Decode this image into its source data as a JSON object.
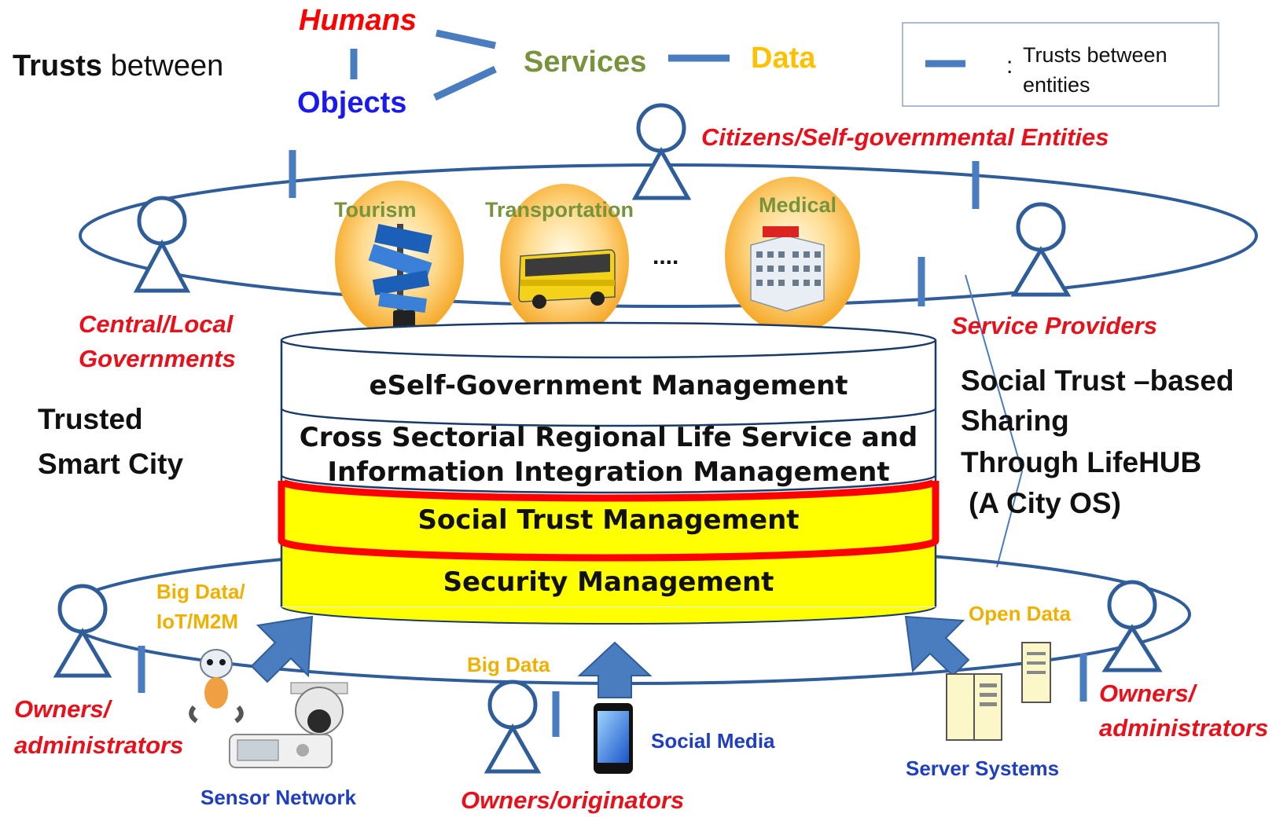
{
  "header": {
    "trusts_bold": "Trusts",
    "trusts_rest": " between",
    "humans": "Humans",
    "objects": "Objects",
    "services": "Services",
    "data": "Data"
  },
  "legend": {
    "colon": ":",
    "line1": "Trusts between",
    "line2": "entities"
  },
  "top_ring": {
    "citizens": "Citizens/Self-governmental Entities",
    "central_line1": "Central/Local",
    "central_line2": "Governments",
    "service_providers": "Service Providers",
    "services": [
      {
        "label": "Tourism",
        "icon": "street-sign-icon"
      },
      {
        "label": "Transportation",
        "icon": "bus-icon"
      },
      {
        "label": "Medical",
        "icon": "hospital-icon"
      }
    ],
    "ellipsis": "...."
  },
  "stack": {
    "layers": [
      {
        "label": "eSelf-Government Management",
        "color": "#ffffff"
      },
      {
        "label_line1": "Cross Sectorial Regional Life Service and",
        "label_line2": "Information Integration Management",
        "color": "#ffffff"
      },
      {
        "label": "Social Trust Management",
        "color": "#ffff00",
        "border": "#ff0000"
      },
      {
        "label": "Security Management",
        "color": "#ffff00"
      }
    ]
  },
  "left_text": {
    "line1": "Trusted",
    "line2": "Smart City"
  },
  "right_text": {
    "line1": "Social Trust –based",
    "line2": "Sharing",
    "line3": "Through LifeHUB",
    "line4": "(A City OS)"
  },
  "bottom_ring": {
    "bigdata_iot_line1": "Big Data/",
    "bigdata_iot_line2": "IoT/M2M",
    "big_data": "Big Data",
    "open_data": "Open Data",
    "owners_left_line1": "Owners/",
    "owners_left_line2": "administrators",
    "owners_right_line1": "Owners/",
    "owners_right_line2": "administrators",
    "owners_originators": "Owners/originators",
    "sensor_network": "Sensor Network",
    "social_media": "Social Media",
    "server_systems": "Server Systems"
  },
  "colors": {
    "trust_line": "#4a7cc0",
    "person_stroke": "#2e5d9a",
    "role_red": "#e8101a",
    "humans_red": "#ff0000",
    "objects_blue": "#1a1aee",
    "services_green": "#77933c",
    "data_orange": "#ffc000",
    "source_blue": "#1f3fbf",
    "yellow_layer": "#ffff00"
  }
}
